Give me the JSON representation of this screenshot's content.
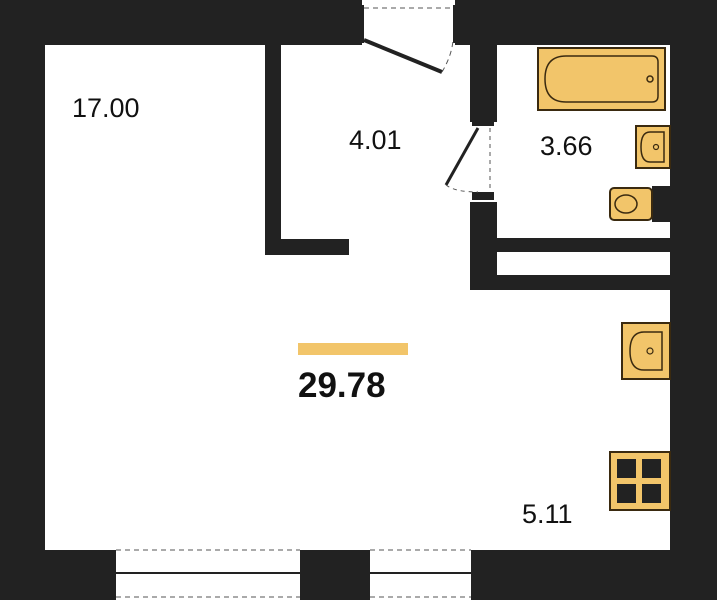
{
  "colors": {
    "wall": "#222222",
    "floor": "#ffffff",
    "fixture_fill": "#f2c56a",
    "fixture_stroke": "#3a2a10",
    "accent_bar": "#f2c56a"
  },
  "plan": {
    "total_area": "29.78",
    "rooms": [
      {
        "id": "living",
        "area": "17.00"
      },
      {
        "id": "hall",
        "area": "4.01"
      },
      {
        "id": "bathroom",
        "area": "3.66"
      },
      {
        "id": "kitchen",
        "area": "5.11"
      }
    ]
  },
  "icons": {
    "bathtub": "bathtub-icon",
    "bath_sink": "sink-icon",
    "toilet": "toilet-icon",
    "kitchen_sink": "kitchen-sink-icon",
    "stove": "stove-icon"
  }
}
